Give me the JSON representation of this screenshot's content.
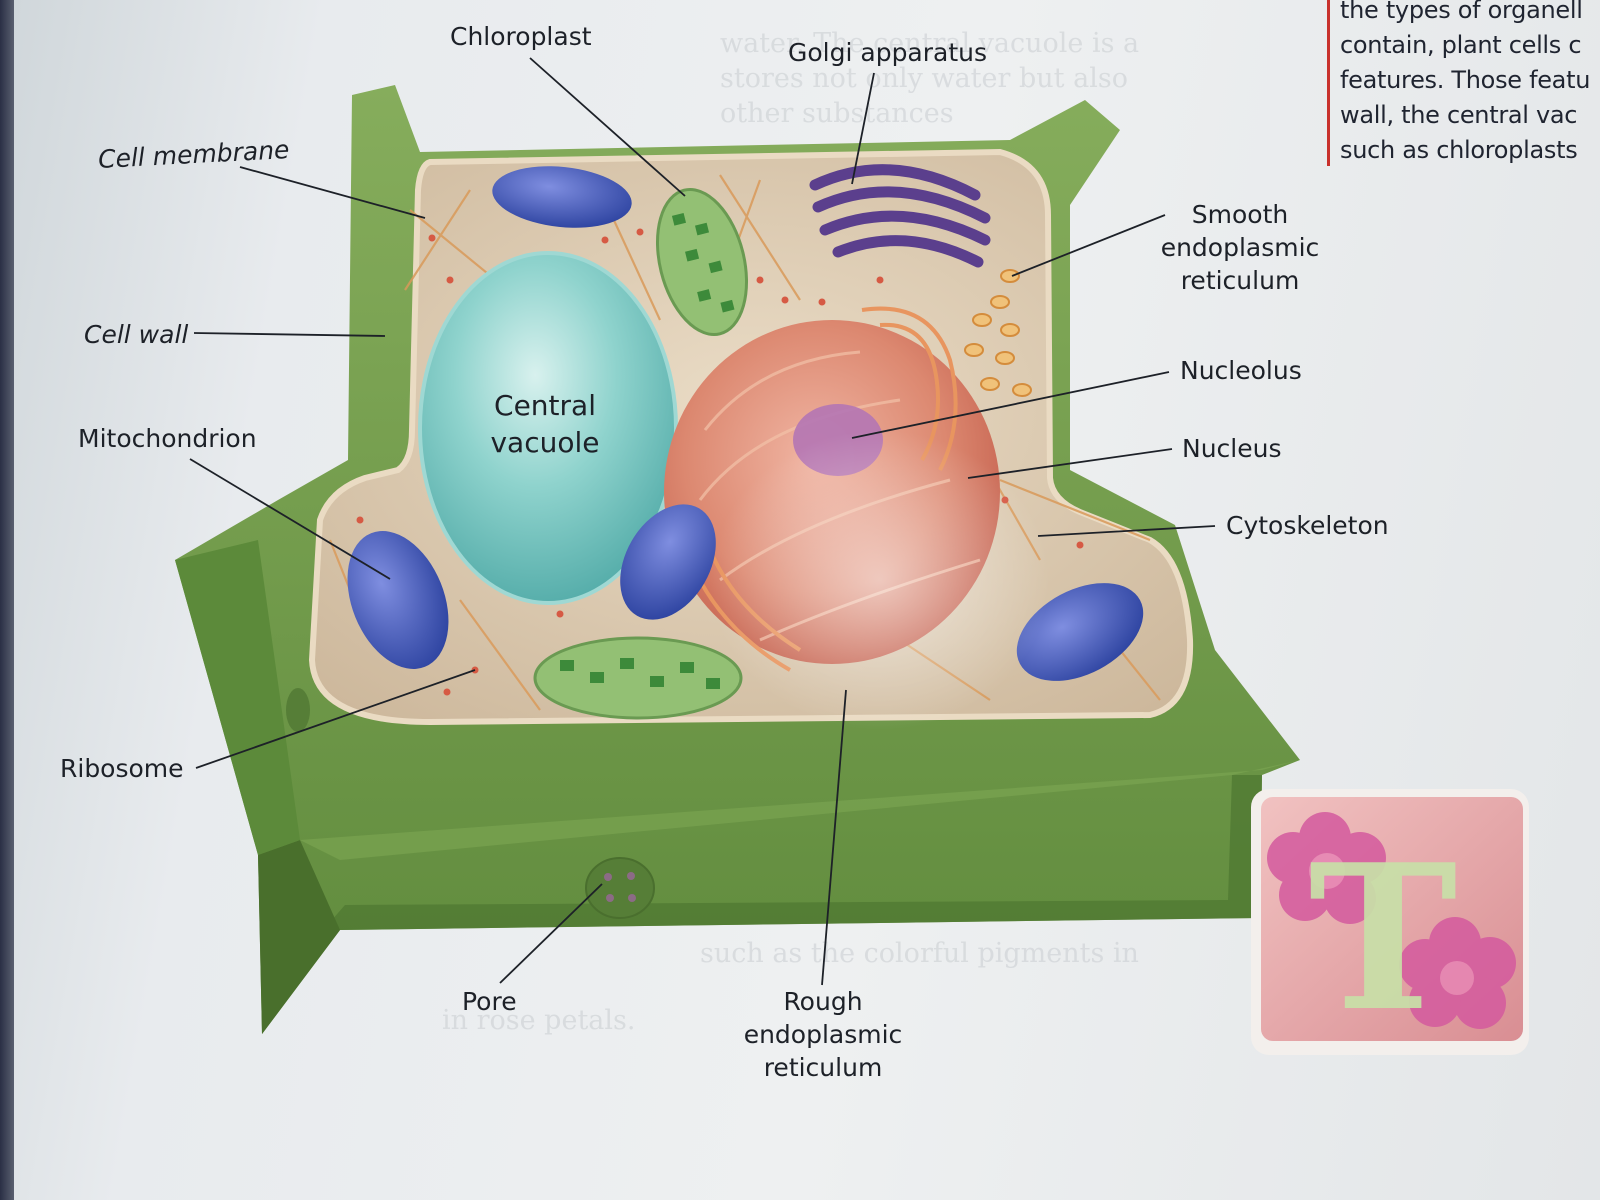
{
  "labels": {
    "chloroplast": "Chloroplast",
    "golgi": "Golgi apparatus",
    "cell_membrane": "Cell membrane",
    "smooth_er": [
      "Smooth",
      "endoplasmic",
      "reticulum"
    ],
    "cell_wall": "Cell wall",
    "nucleolus": "Nucleolus",
    "central_vacuole": [
      "Central",
      "vacuole"
    ],
    "mitochondrion": "Mitochondrion",
    "nucleus": "Nucleus",
    "cytoskeleton": "Cytoskeleton",
    "ribosome": "Ribosome",
    "pore": "Pore",
    "rough_er": [
      "Rough",
      "endoplasmic",
      "reticulum"
    ]
  },
  "sidebar_text": [
    "the types of organell",
    "contain, plant cells c",
    "features. Those featu",
    "wall, the central vac",
    "such as chloroplasts"
  ],
  "background_text": [
    "water. The central vacuole is a",
    "stores not only water but also",
    "other substances",
    "such as the colorful pigments in",
    "in rose petals."
  ],
  "tile": {
    "letter": "T"
  },
  "colors": {
    "cell_wall": "#6f9a45",
    "cytoplasm": "#ddcfb8",
    "vacuole": "#6fc3bf",
    "nucleus": "#d97a66",
    "mitochondrion": "#3f57b0",
    "golgi": "#5b3f8d",
    "chloroplast": "#8ebc6e",
    "smooth_er": "#e9a95b",
    "sidebar_rule": "#c8312c",
    "tile": "#e7a6a8"
  }
}
